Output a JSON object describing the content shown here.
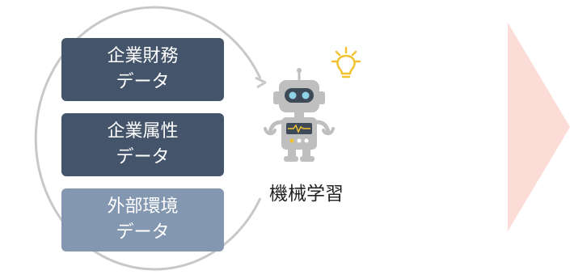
{
  "colors": {
    "circle": "#c8c8c8",
    "box_dark": "#44546a",
    "box_light": "#8497b0",
    "robot_body": "#bfbfbf",
    "robot_dark": "#3f4a59",
    "robot_eye": "#8fd3e8",
    "bulb": "#f2c230",
    "big_arrow": "#fcdcd7"
  },
  "data_sources": [
    {
      "line1": "企業財務",
      "line2": "データ"
    },
    {
      "line1": "企業属性",
      "line2": "データ"
    },
    {
      "line1": "外部環境",
      "line2": "データ"
    }
  ],
  "robot": {
    "label": "機械学習",
    "icon": "robot-icon",
    "idea_icon": "lightbulb-icon"
  },
  "next_arrow": {
    "icon": "chevron-arrow-right"
  }
}
